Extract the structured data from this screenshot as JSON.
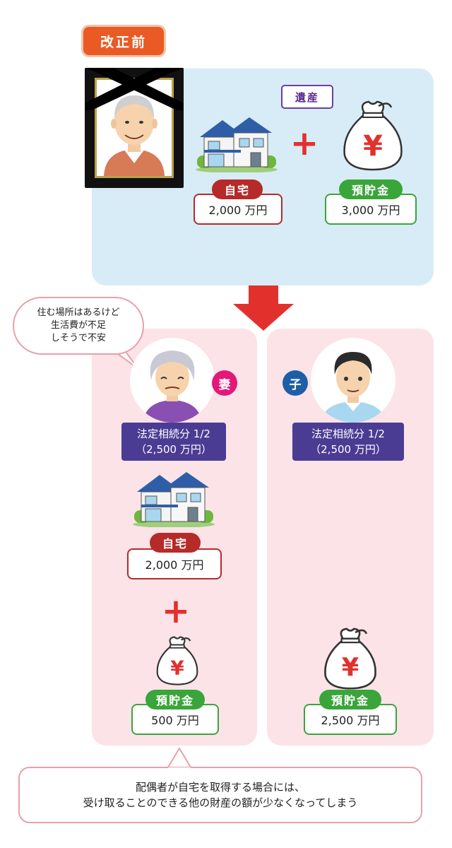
{
  "header": {
    "title": "改正前"
  },
  "estate": {
    "tag": "遺産",
    "home": {
      "label": "自宅",
      "value": "2,000 万円"
    },
    "savings": {
      "label": "預貯金",
      "value": "3,000 万円"
    },
    "plus": "+"
  },
  "wife": {
    "speech": [
      "住む場所はあるけど",
      "生活費が不足",
      "しそうで不安"
    ],
    "role": "妻",
    "share": [
      "法定相続分 1/2",
      "（2,500 万円）"
    ],
    "home": {
      "label": "自宅",
      "value": "2,000 万円"
    },
    "plus": "+",
    "savings": {
      "label": "預貯金",
      "value": "500 万円"
    }
  },
  "child": {
    "role": "子",
    "share": [
      "法定相続分 1/2",
      "（2,500 万円）"
    ],
    "savings": {
      "label": "預貯金",
      "value": "2,500 万円"
    }
  },
  "note": [
    "配偶者が自宅を取得する場合には、",
    "受け取ることのできる他の財産の額が少なくなってしまう"
  ],
  "colors": {
    "badge": "#ea5a24",
    "panel_top": "#d7ecf6",
    "panel_bottom": "#fbe3e7",
    "home_label": "#b62a2a",
    "savings_label": "#3aa53a",
    "arrow": "#e2312c",
    "share_box": "#4a3c93",
    "wife_dot": "#e3187a",
    "child_dot": "#1d5fa6"
  }
}
